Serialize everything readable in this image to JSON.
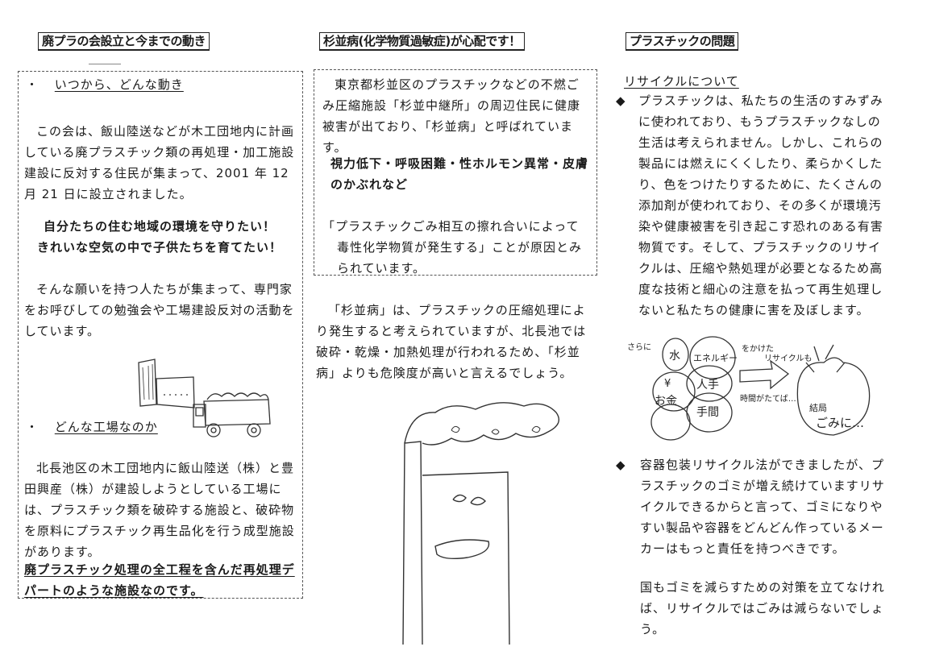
{
  "col1": {
    "heading": "廃プラの会設立と今までの動き",
    "sec1_title": "いつから、どんな動き",
    "para1": "この会は、飯山陸送などが木工団地内に計画している廃プラスチック類の再処理・加工施設建設に反対する住民が集まって、2001 年 12 月 21 日に設立されました。",
    "slogan1": "自分たちの住む地域の環境を守りたい！",
    "slogan2": "きれいな空気の中で子供たちを育てたい！",
    "para2": "そんな願いを持つ人たちが集まって、専門家をお呼びしての勉強会や工場建設反対の活動をしています。",
    "sec2_title": "どんな工場なのか",
    "para3": "北長池区の木工団地内に飯山陸送（株）と豊田興産（株）が建設しようとしている工場には、プラスチック類を破砕する施設と、破砕物を原料にプラスチック再生品化を行う成型施設があります。",
    "bold_end": "廃プラスチック処理の全工程を含んだ再処理デパートのような施設なのです。",
    "bullet": "・"
  },
  "col2": {
    "heading": "杉並病(化学物質過敏症)が心配です！",
    "box_para": "東京都杉並区のプラスチックなどの不燃ごみ圧縮施設「杉並中継所」の周辺住民に健康被害が出ており、「杉並病」と呼ばれています。",
    "symptoms": "視力低下・呼吸困難・性ホルモン異常・皮膚のかぶれなど",
    "cause_line1": "「プラスチックごみ相互の擦れ合いによって",
    "cause_line2": "毒性化学物質が発生する」ことが原因とみられています。",
    "para": "「杉並病」は、プラスチックの圧縮処理により発生すると考えられていますが、北長池では破砕・乾燥・加熱処理が行われるため、「杉並病」よりも危険度が高いと言えるでしょう。"
  },
  "col3": {
    "heading": "プラスチックの問題",
    "subheading": "リサイクルについて",
    "bullet": "◆",
    "item1": "プラスチックは、私たちの生活のすみずみに使われており、もうプラスチックなしの生活は考えられません。しかし、これらの製品には燃えにくくしたり、柔らかくしたり、色をつけたりするために、たくさんの添加剤が使われており、その多くが環境汚染や健康被害を引き起こす恐れのある有害物質です。そして、プラスチックのリサイクルは、圧縮や熱処理が必要となるため高度な技術と細心の注意を払って再生処理しないと私たちの健康に害を及ぼします。",
    "item2_a": "容器包装リサイクル法ができましたが、プラスチックのゴミが増え続けていますリサイクルできるからと言って、ゴミになりやすい製品や容器をどんどん作っているメーカーはもっと責任を持つべきです。",
    "item2_b": "国もゴミを減らすための対策を立てなければ、リサイクルではごみは減らないでしょう。",
    "illus": {
      "sarani": "さらに",
      "mizu": "水",
      "energy": "エネルギー",
      "hitode": "人手",
      "yen": "¥",
      "okane": "お金",
      "tema": "手間",
      "wokaketa": "をかけた",
      "recycle": "リサイクルも",
      "jikan": "時間がたてば…",
      "kekkyoku": "結局",
      "gomini": "ごみに…"
    }
  }
}
